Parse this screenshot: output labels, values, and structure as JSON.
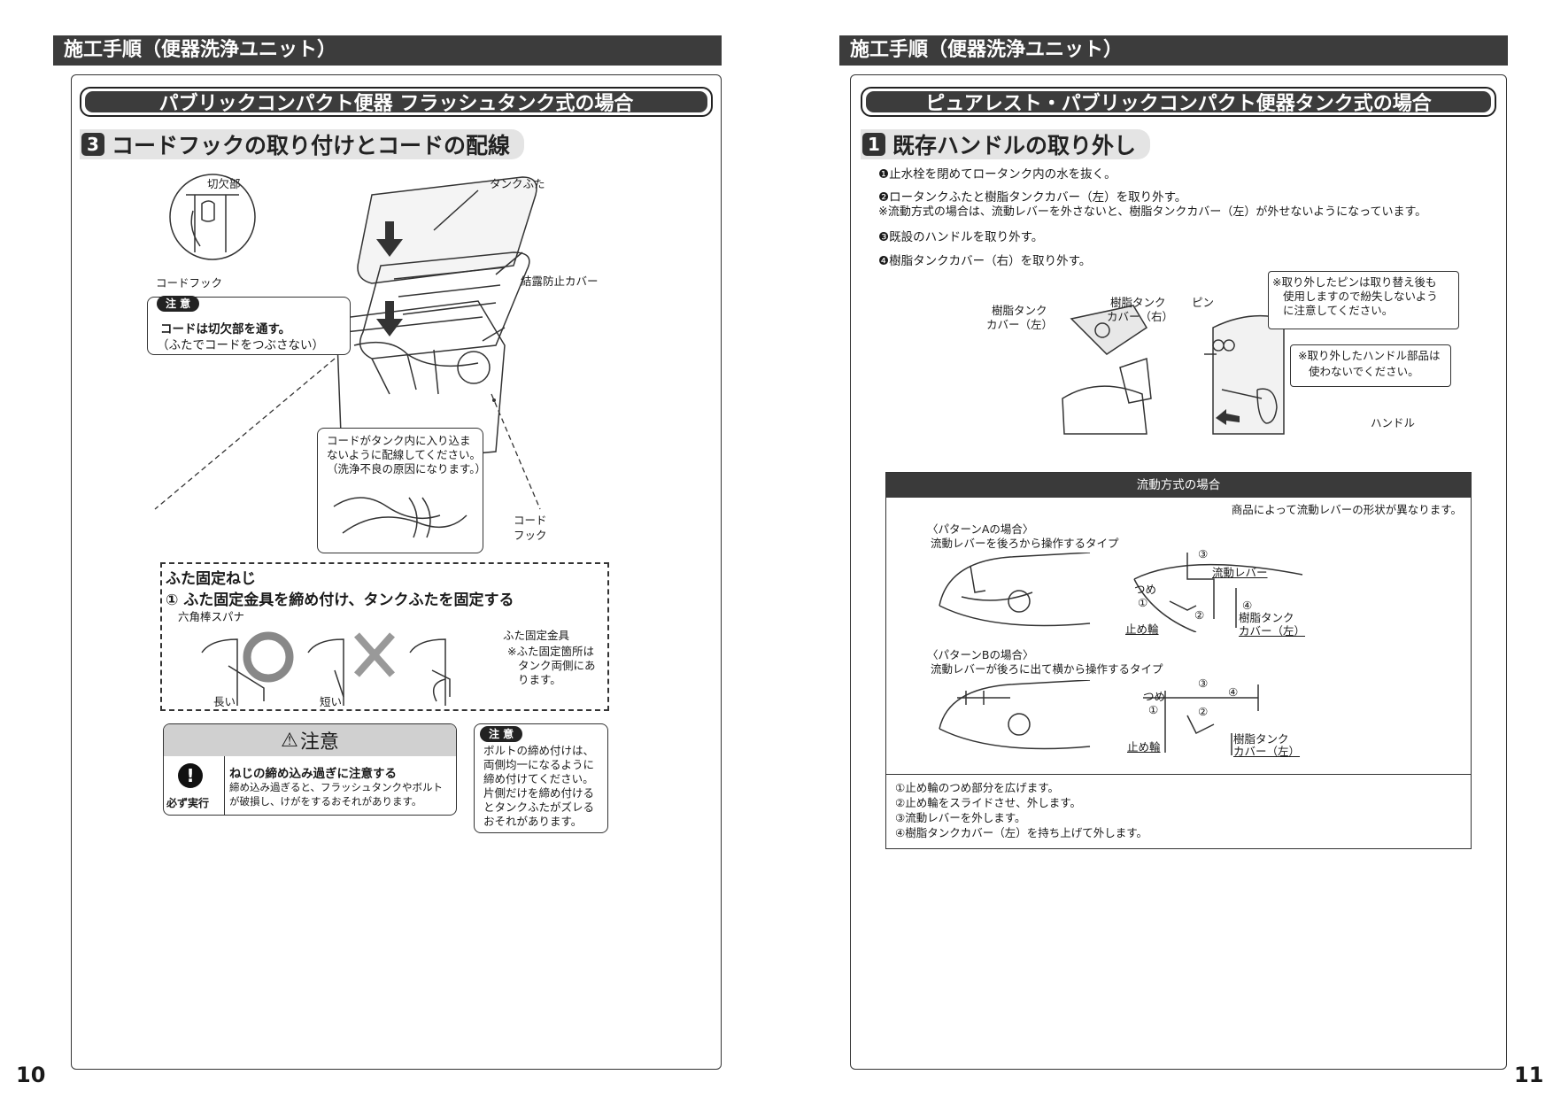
{
  "left": {
    "header": "施工手順（便器洗浄ユニット）",
    "banner": "パブリックコンパクト便器 フラッシュタンク式の場合",
    "step": {
      "num": "3",
      "title": "コードフックの取り付けとコードの配線"
    },
    "labels": {
      "kirikaki": "切欠部",
      "cord_hook_top": "コードフック",
      "tank_lid": "タンクふた",
      "condensation_cover": "結露防止カバー",
      "cord_hook_2a": "コード",
      "cord_hook_2b": "フック",
      "hex_wrench": "六角棒スパナ",
      "long": "長い",
      "short": "短い",
      "lid_fixture": "ふた固定金具",
      "fixture_note": [
        "※ふた固定箇所は",
        "タンク両側にあ",
        "ります。"
      ]
    },
    "caution1": {
      "tag": "注 意",
      "line1": "コードは切欠部を通す。",
      "line2": "（ふたでコードをつぶさない）"
    },
    "callout": [
      "コードがタンク内に入り込ま",
      "ないように配線してください。",
      "（洗浄不良の原因になります。）"
    ],
    "screw": {
      "title": "ふた固定ねじ",
      "instruction": "① ふた固定金具を締め付け、タンクふたを固定する"
    },
    "warning": {
      "title": "注意",
      "must": "必ず実行",
      "heading": "ねじの締め込み過ぎに注意する",
      "line1": "締め込み過ぎると、フラッシュタンクやボルト",
      "line2": "が破損し、けがをするおそれがあります。"
    },
    "caution2": {
      "tag": "注 意",
      "lines": [
        "ボルトの締め付けは、",
        "両側均一になるように",
        "締め付けてください。",
        "片側だけを締め付ける",
        "とタンクふたがズレる",
        "おそれがあります。"
      ]
    },
    "page": "10"
  },
  "right": {
    "header": "施工手順（便器洗浄ユニット）",
    "banner": "ピュアレスト・パブリックコンパクト便器タンク式の場合",
    "step": {
      "num": "1",
      "title": "既存ハンドルの取り外し"
    },
    "steps": [
      "❶止水栓を閉めてロータンク内の水を抜く。",
      "❷ロータンクふたと樹脂タンクカバー（左）を取り外す。",
      "※流動方式の場合は、流動レバーを外さないと、樹脂タンクカバー（左）が外せないようになっています。",
      "❸既設のハンドルを取り外す。",
      "❹樹脂タンクカバー（右）を取り外す。"
    ],
    "labels": {
      "cover_left": [
        "樹脂タンク",
        "カバー（左）"
      ],
      "cover_right": [
        "樹脂タンク",
        "カバー（右）"
      ],
      "pin": "ピン",
      "handle": "ハンドル"
    },
    "pin_note": [
      "※取り外したピンは取り替え後も",
      "使用しますので紛失しないよう",
      "に注意してください。"
    ],
    "handle_note": [
      "※取り外したハンドル部品は",
      "使わないでください。"
    ],
    "flow": {
      "title": "流動方式の場合",
      "note": "商品によって流動レバーの形状が異なります。",
      "patternA": [
        "〈パターンAの場合〉",
        "流動レバーを後ろから操作するタイプ"
      ],
      "patternB": [
        "〈パターンBの場合〉",
        "流動レバーが後ろに出て横から操作するタイプ"
      ],
      "lbl_lever": "流動レバー",
      "lbl_tsume": "つめ",
      "lbl_stopring": "止め輪",
      "lbl_cover": [
        "樹脂タンク",
        "カバー（左）"
      ],
      "n1": "①",
      "n2": "②",
      "n3": "③",
      "n4": "④",
      "steps": [
        "①止め輪のつめ部分を広げます。",
        "②止め輪をスライドさせ、外します。",
        "③流動レバーを外します。",
        "④樹脂タンクカバー（左）を持ち上げて外します。"
      ]
    },
    "page": "11"
  }
}
